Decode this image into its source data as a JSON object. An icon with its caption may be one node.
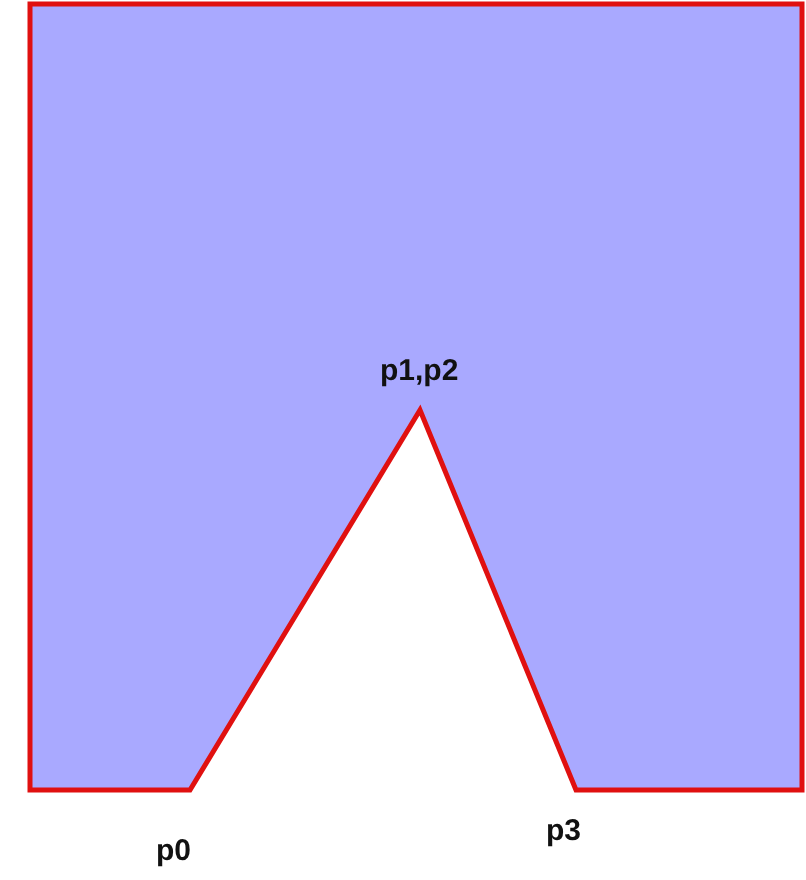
{
  "diagram": {
    "labels": [
      "p1,p2",
      "p0",
      "p3"
    ]
  }
}
